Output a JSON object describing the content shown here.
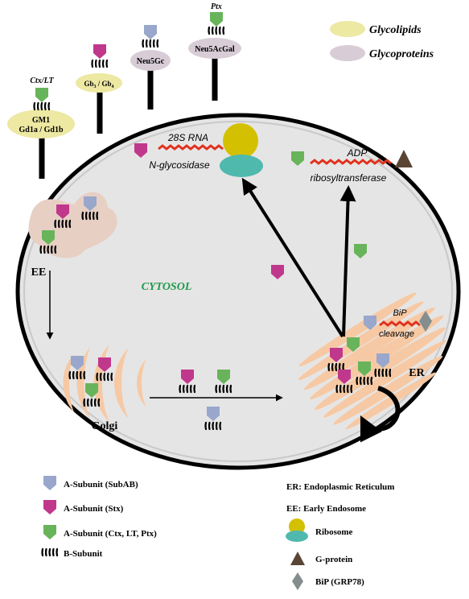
{
  "colors": {
    "cell_fill": "#e6e5e5",
    "membrane": "#000000",
    "glycolipid": "#ede8a2",
    "glycoprotein": "#d8ccd6",
    "endosome": "#e7cfc4",
    "golgi": "#f6c9a4",
    "er": "#f6c9a4",
    "subab_blue": "#98a7cb",
    "stx_magenta": "#c0388c",
    "ctx_green": "#68b45a",
    "rna_red": "#e0321e",
    "ribosome_large": "#d3c000",
    "ribosome_small": "#4fb9ae",
    "gprotein": "#5a4535",
    "bip": "#848e8e",
    "cytosol_text": "#1f9a4c"
  },
  "legend_top": {
    "glycolipids": "Glycolipids",
    "glycoproteins": "Glycoproteins"
  },
  "receptors": {
    "gm1_line1": "GM1",
    "gm1_line2": "Gd1a / Gd1b",
    "gm1_toxin": "Ctx/LT",
    "gb3": "Gb",
    "gb3_sub": "3",
    "gb4_sep": " / Gb",
    "gb4_sub": "4",
    "neu5gc": "Neu5Gc",
    "neu5acgal": "Neu5AcGal",
    "ptx_toxin": "Ptx"
  },
  "cell": {
    "cytosol": "CYTOSOL",
    "ee_label": "EE",
    "golgi_label": "Golgi",
    "er_label": "ER",
    "rna_line1": "28S RNA",
    "rna_line2": "N-glycosidase",
    "adp_line1": "ADP",
    "adp_line2": "ribosyltransferase",
    "bip_line1": "BiP",
    "bip_line2": "cleavage"
  },
  "legend_bottom": {
    "subab": "A-Subunit (SubAB)",
    "stx": "A-Subunit (Stx)",
    "ctx": "A-Subunit (Ctx, LT, Ptx)",
    "bsub": "B-Subunit",
    "er": "ER: Endoplasmic Reticulum",
    "ee": "EE: Early Endosome",
    "ribosome": "Ribosome",
    "gprotein": "G-protein",
    "bip": "BiP (GRP78)"
  }
}
